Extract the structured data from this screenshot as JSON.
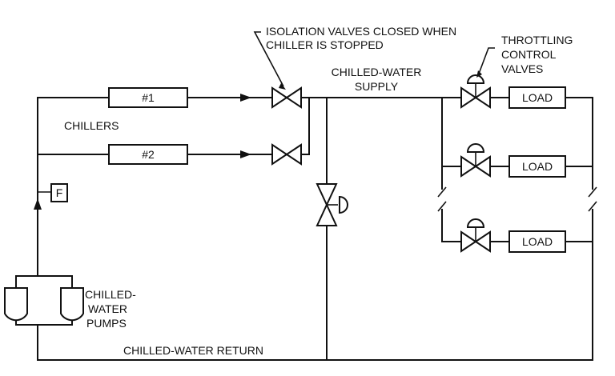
{
  "annotations": {
    "isolation_line1": "ISOLATION VALVES CLOSED WHEN",
    "isolation_line2": "CHILLER IS STOPPED",
    "throttling_line1": "THROTTLING",
    "throttling_line2": "CONTROL",
    "throttling_line3": "VALVES"
  },
  "labels": {
    "supply_line1": "CHILLED-WATER",
    "supply_line2": "SUPPLY",
    "return": "CHILLED-WATER RETURN",
    "chillers": "CHILLERS",
    "chiller_1": "#1",
    "chiller_2": "#2",
    "flow_meter": "F",
    "pumps_line1": "CHILLED-",
    "pumps_line2": "WATER",
    "pumps_line3": "PUMPS"
  },
  "loads": [
    "LOAD",
    "LOAD",
    "LOAD"
  ]
}
